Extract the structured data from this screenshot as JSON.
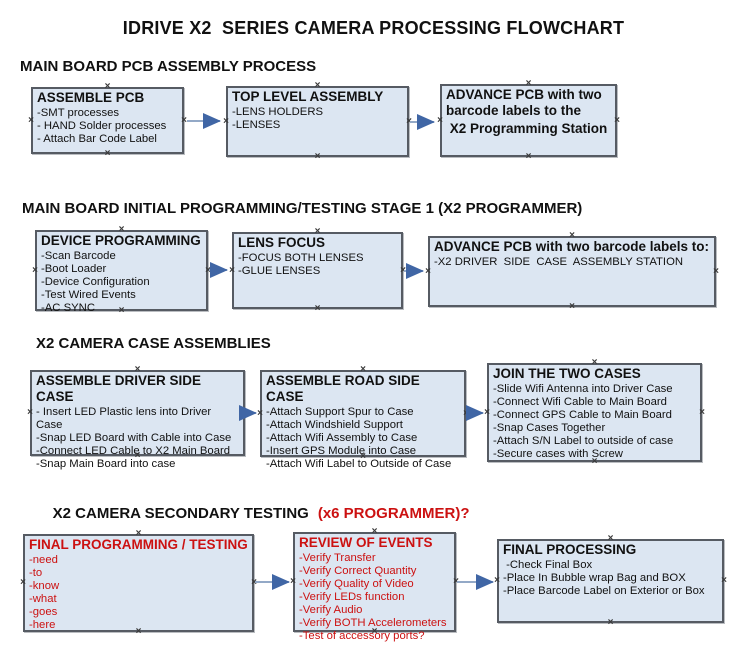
{
  "title": "IDRIVE X2  SERIES CAMERA PROCESSING FLOWCHART",
  "colors": {
    "box_fill": "#dce6f2",
    "box_border": "#565b63",
    "arrow_line": "#93a9c7",
    "arrow_head": "#4066a5",
    "alert_red": "#cc1111",
    "text_black": "#111111"
  },
  "sections": [
    {
      "header": "MAIN BOARD PCB ASSEMBLY PROCESS",
      "boxes": [
        {
          "title": "ASSEMBLE PCB",
          "items": [
            "-SMT processes",
            "- HAND Solder processes",
            "- Attach Bar Code Label"
          ]
        },
        {
          "title": "TOP LEVEL ASSEMBLY",
          "items": [
            "-LENS HOLDERS",
            "-LENSES"
          ]
        },
        {
          "title": "ADVANCE PCB with two barcode labels to the",
          "items": [
            " X2 Programming Station"
          ]
        }
      ]
    },
    {
      "header": "MAIN BOARD INITIAL PROGRAMMING/TESTING STAGE 1 (X2 PROGRAMMER)",
      "boxes": [
        {
          "title": "DEVICE PROGRAMMING",
          "items": [
            "-Scan Barcode",
            "-Boot Loader",
            "-Device Configuration",
            "-Test Wired Events",
            "-AC SYNC"
          ]
        },
        {
          "title": "LENS FOCUS",
          "items": [
            "-FOCUS BOTH LENSES",
            "-GLUE LENSES"
          ]
        },
        {
          "title": "ADVANCE PCB with two barcode labels to:",
          "items": [
            "-X2 DRIVER  SIDE  CASE  ASSEMBLY STATION"
          ]
        }
      ]
    },
    {
      "header": "X2 CAMERA CASE ASSEMBLIES",
      "boxes": [
        {
          "title": "ASSEMBLE DRIVER SIDE CASE",
          "items": [
            "- Insert LED Plastic lens into Driver Case",
            "-Snap LED Board with Cable into Case",
            "-Connect LED Cable to X2 Main Board",
            "-Snap Main Board into case"
          ]
        },
        {
          "title": "ASSEMBLE ROAD SIDE CASE",
          "items": [
            "-Attach Support Spur to Case",
            "-Attach Windshield Support",
            "-Attach Wifi Assembly to Case",
            "-Insert GPS Module into Case",
            "-Attach Wifi Label to Outside of Case"
          ]
        },
        {
          "title": "JOIN THE TWO CASES",
          "items": [
            "-Slide Wifi Antenna into Driver Case",
            "-Connect Wifi Cable to Main Board",
            "-Connect GPS Cable to Main Board",
            "-Snap Cases Together",
            "-Attach S/N Label to outside of case",
            "-Secure cases with Screw"
          ]
        }
      ]
    },
    {
      "header": "X2 CAMERA SECONDARY TESTING",
      "header_suffix": "(x6 PROGRAMMER)?",
      "boxes": [
        {
          "title": "FINAL PROGRAMMING / TESTING",
          "text_color": "#cc1111",
          "items": [
            "-need",
            "-to",
            "-know",
            "-what",
            "-goes",
            "-here"
          ]
        },
        {
          "title": "REVIEW OF EVENTS",
          "text_color": "#cc1111",
          "items": [
            "-Verify Transfer",
            "-Verify Correct Quantity",
            "-Verify Quality of Video",
            "-Verify LEDs function",
            "-Verify Audio",
            "-Verify BOTH Accelerometers",
            "-Test of accessory ports?"
          ]
        },
        {
          "title": "FINAL PROCESSING",
          "items": [
            " -Check Final Box",
            "-Place In Bubble wrap Bag and BOX",
            "-Place Barcode Label on Exterior or Box"
          ]
        }
      ]
    }
  ]
}
